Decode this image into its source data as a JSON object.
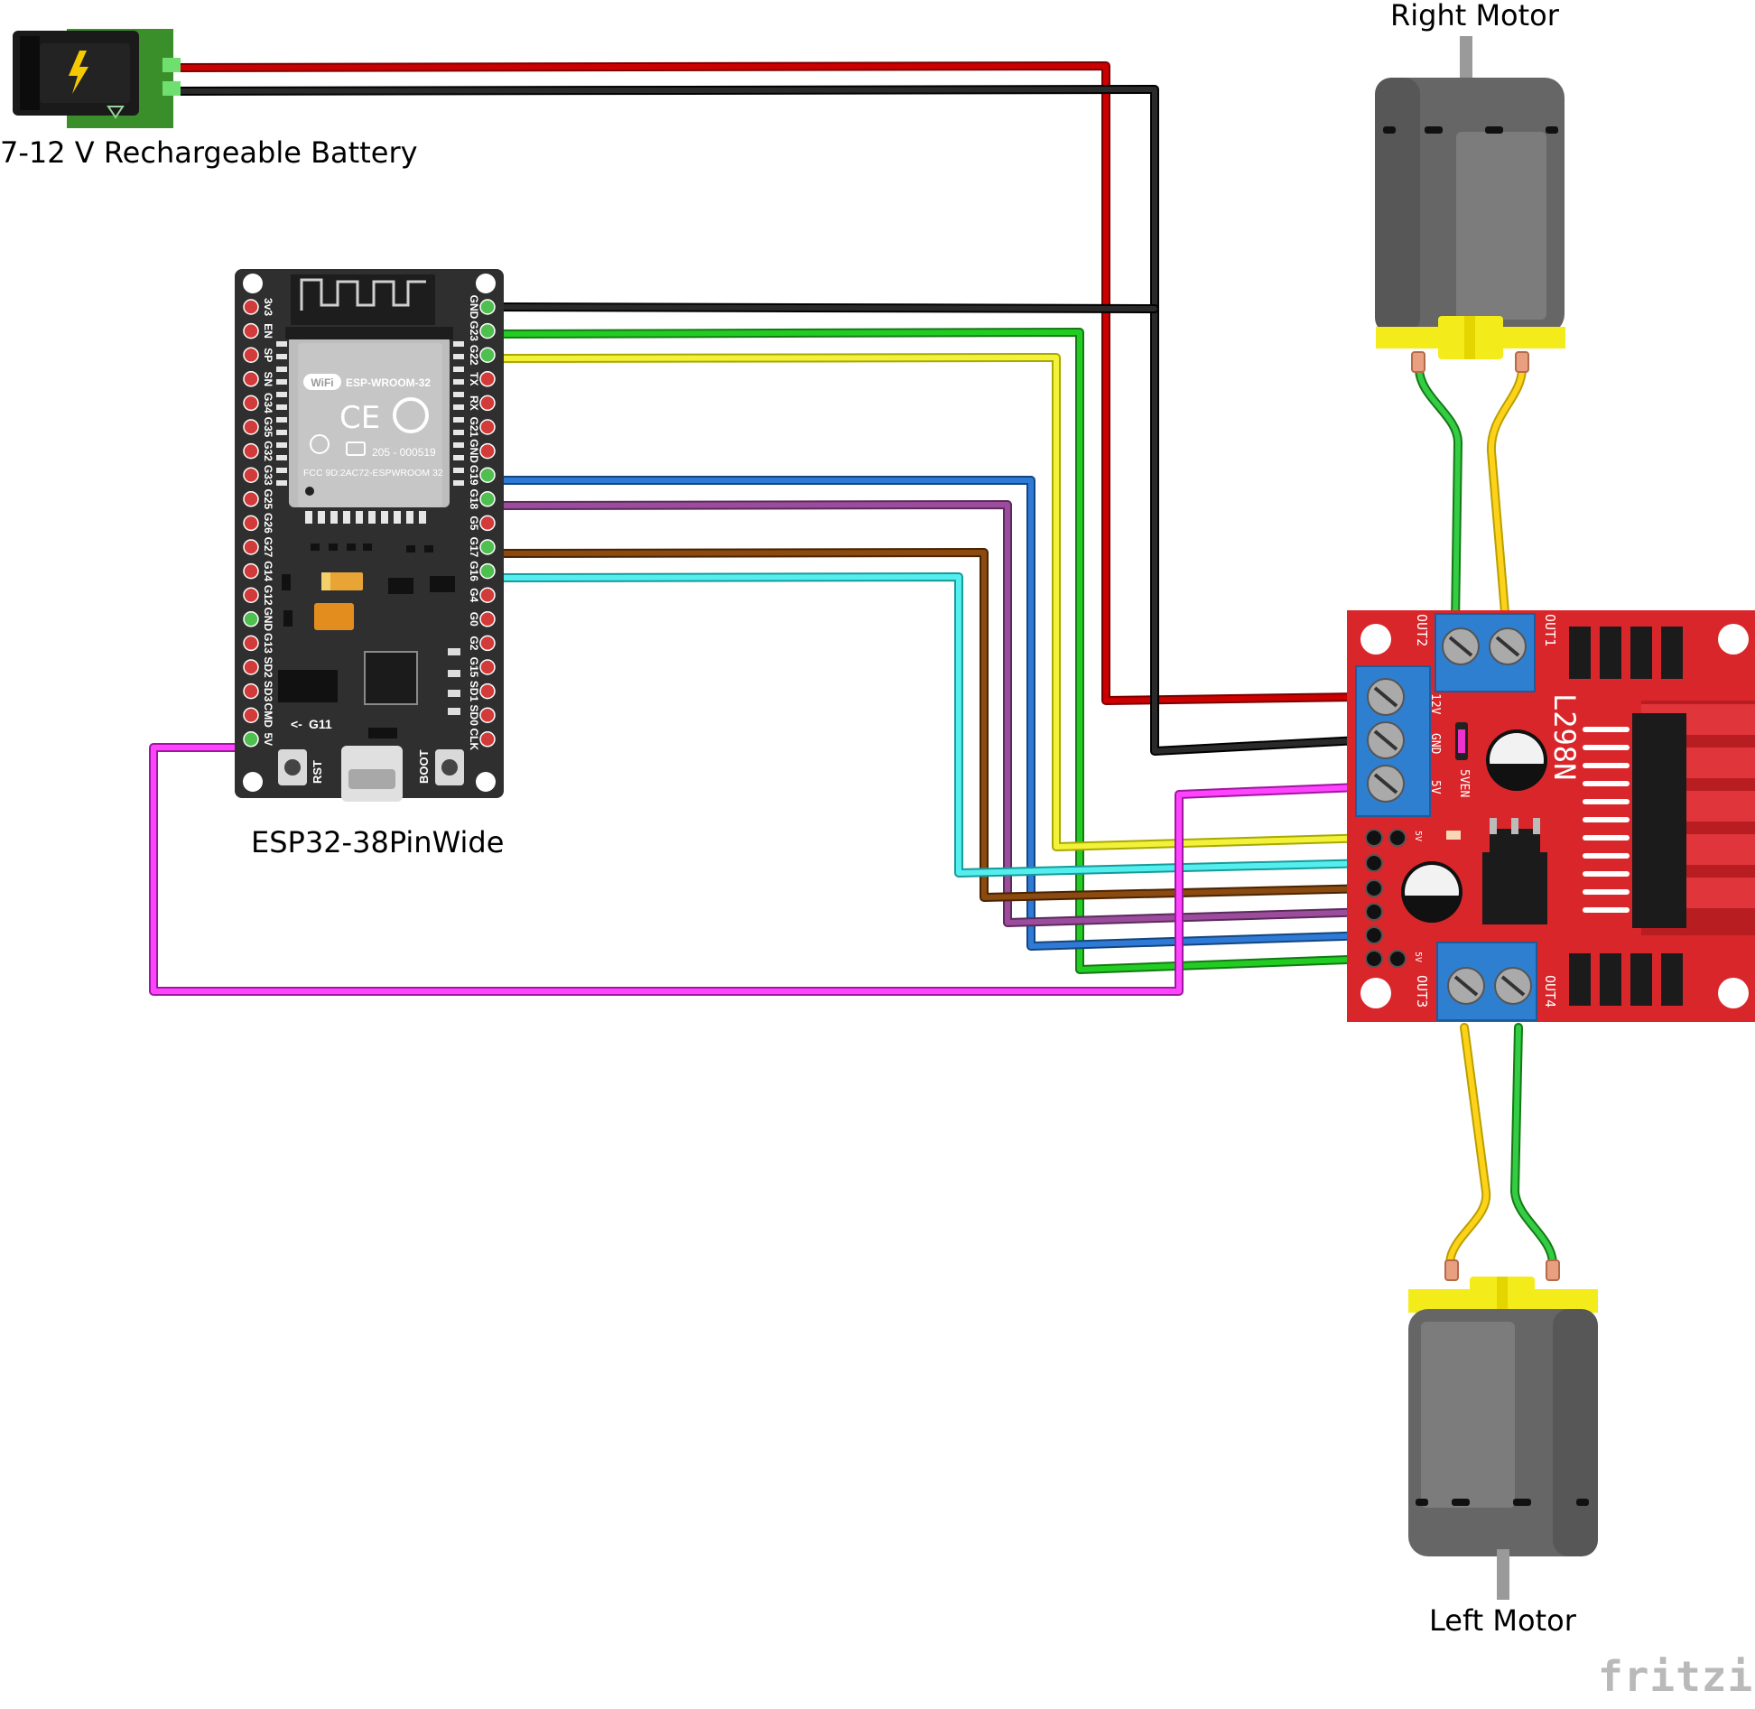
{
  "labels": {
    "battery": "7-12 V Rechargeable Battery",
    "esp32": "ESP32-38PinWide",
    "right_motor": "Right Motor",
    "left_motor": "Left Motor",
    "watermark": "fritzing"
  },
  "esp32": {
    "module_name": "ESP-WROOM-32",
    "module_fcc": "FCC 9D:2AC72-ESPWROOM 32",
    "module_cert": "205 - 000519",
    "wifi_badge": "WiFi",
    "rst": "RST",
    "boot": "BOOT",
    "g11": "G11",
    "left_pins": [
      "3v3",
      "EN",
      "SP",
      "SN",
      "G34",
      "G35",
      "G32",
      "G33",
      "G25",
      "G26",
      "G27",
      "G14",
      "G12",
      "GND",
      "G13",
      "SD2",
      "SD3",
      "CMD",
      "5V"
    ],
    "right_pins": [
      "GND",
      "G23",
      "G22",
      "TX",
      "RX",
      "G21",
      "GND",
      "G19",
      "G18",
      "G5",
      "G17",
      "G16",
      "G4",
      "G0",
      "G2",
      "G15",
      "SD1",
      "SD0",
      "CLK"
    ]
  },
  "driver": {
    "chip": "L298N",
    "out1": "OUT1",
    "out2": "OUT2",
    "out3": "OUT3",
    "out4": "OUT4",
    "v12": "12V",
    "gnd": "GND",
    "v5": "5V",
    "v5en": "5VEN",
    "header_5v_top": "5V",
    "header_5v_bot": "5V"
  },
  "colors": {
    "wire_red": "#cc0000",
    "wire_black": "#111111",
    "wire_green": "#22bb22",
    "wire_yellow": "#eeee22",
    "wire_blue": "#2266cc",
    "wire_purple": "#994499",
    "wire_brown": "#884400",
    "wire_cyan": "#33dddd",
    "wire_magenta": "#ee33ee",
    "board_red": "#d8262b",
    "esp_board": "#2f2f2f",
    "terminal_blue": "#2f7fd1",
    "motor_gray": "#6e6e6e",
    "motor_cap": "#f3ec1a"
  }
}
